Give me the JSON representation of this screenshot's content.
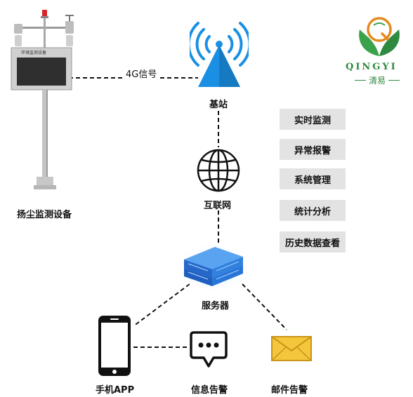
{
  "logo": {
    "brand": "QINGYI",
    "cn": "清易"
  },
  "device": {
    "label": "扬尘监测设备",
    "screen_caption": "环境监测设备"
  },
  "link_label": "4G信号",
  "nodes": {
    "base_station": "基站",
    "internet": "互联网",
    "server": "服务器",
    "mobile_app": "手机APP",
    "sms_alert": "信息告警",
    "email_alert": "邮件告警"
  },
  "features": [
    "实时监测",
    "异常报警",
    "系统管理",
    "统计分析",
    "历史数据查看"
  ],
  "colors": {
    "tower_blue": "#1a8fe3",
    "server_blue": "#2a76d8",
    "envelope_yellow": "#f3c63b",
    "logo_green": "#3aa24a",
    "logo_orange": "#e48a1c"
  }
}
